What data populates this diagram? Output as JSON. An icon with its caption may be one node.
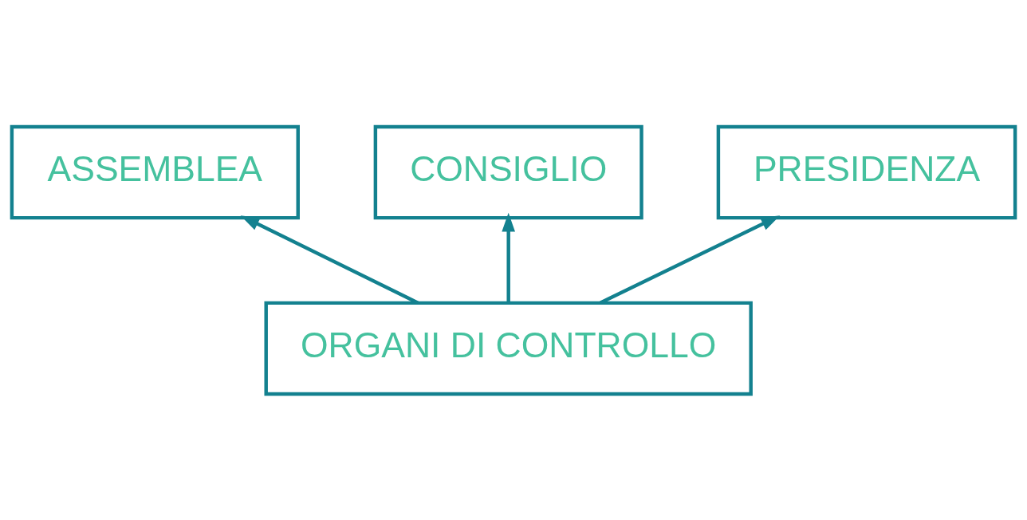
{
  "diagram": {
    "nodes": [
      {
        "text": [
          "ASSEMBLEA"
        ]
      },
      {
        "text": [
          "CONSIGLIO"
        ]
      },
      {
        "text": [
          "PRESIDENZA"
        ]
      },
      {
        "text": [
          "ORGANI DI CONTROLLO"
        ]
      }
    ],
    "edges": [
      {
        "from": 3,
        "to": 1,
        "arrow": "to"
      },
      {
        "from": 3,
        "to": 0,
        "arrow": "to"
      },
      {
        "from": 3,
        "to": 2,
        "arrow": "to"
      }
    ]
  }
}
